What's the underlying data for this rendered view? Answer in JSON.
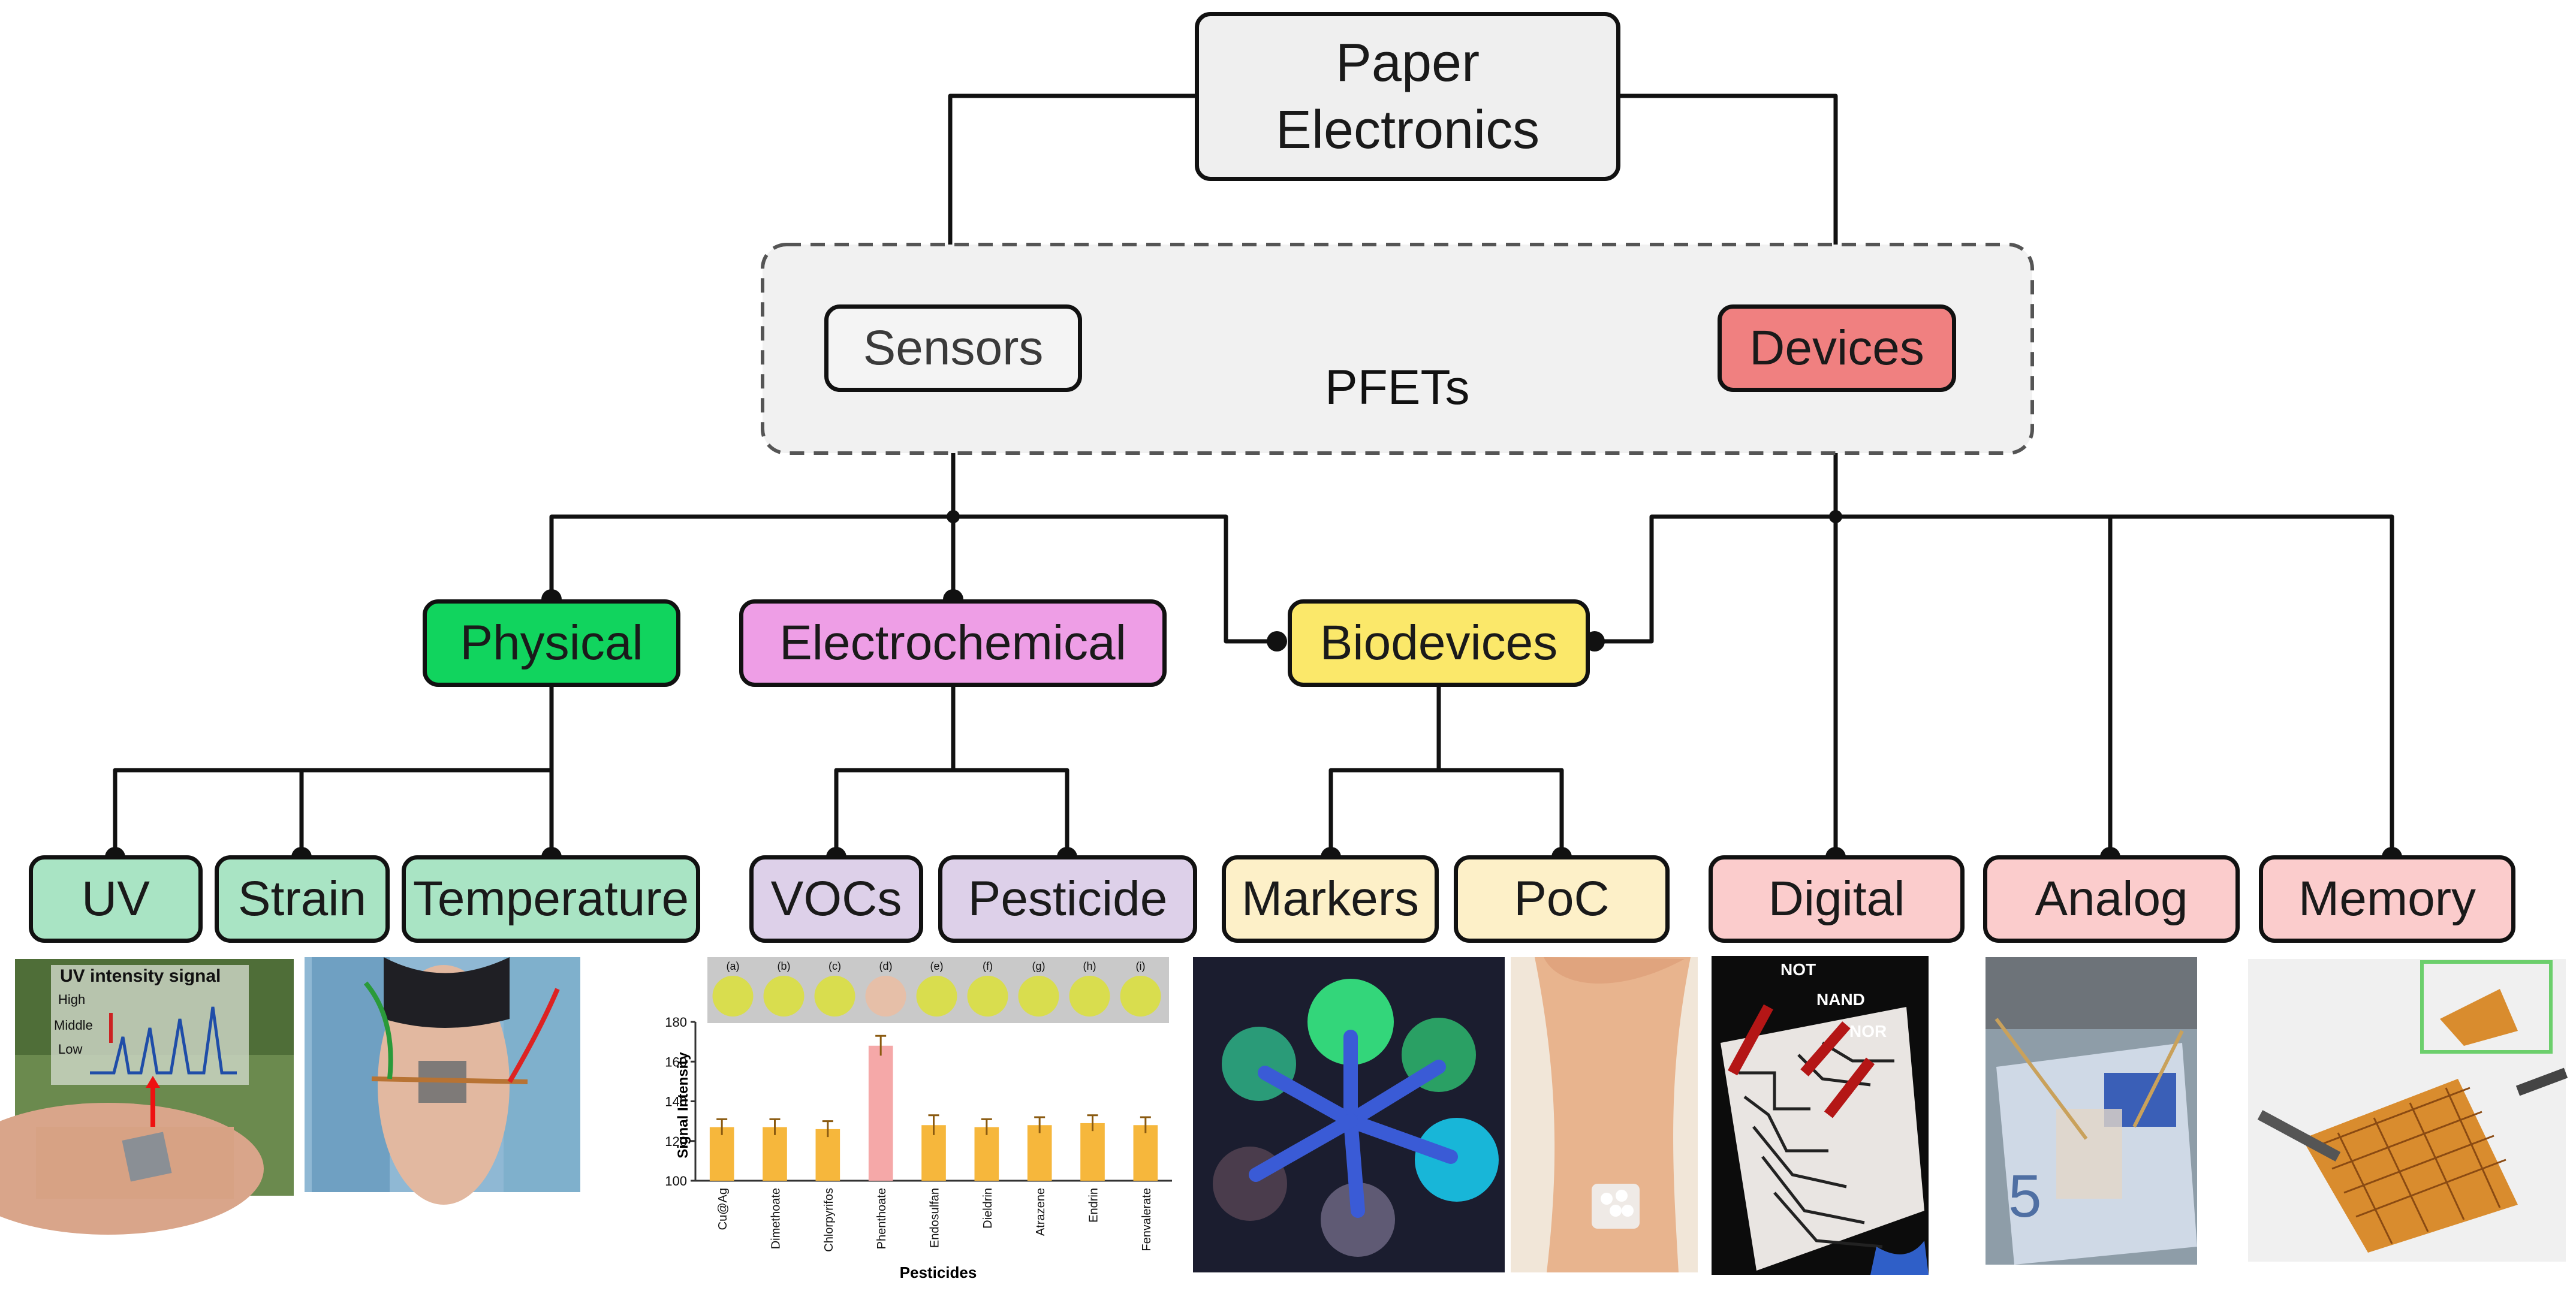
{
  "root": {
    "line1": "Paper",
    "line2": "Electronics"
  },
  "group_label": "PFETs",
  "sensors": "Sensors",
  "devices": "Devices",
  "physical": "Physical",
  "electrochemical": "Electrochemical",
  "biodevices": "Biodevices",
  "leaves": {
    "uv": "UV",
    "strain": "Strain",
    "temperature": "Temperature",
    "vocs": "VOCs",
    "pesticide": "Pesticide",
    "markers": "Markers",
    "poc": "PoC",
    "digital": "Digital",
    "analog": "Analog",
    "memory": "Memory"
  },
  "colors": {
    "root": "#efefef",
    "sensors": "#f4f4f4",
    "devices": "#f08080",
    "physical": "#11d45e",
    "electrochemical": "#ee9ee6",
    "biodevices": "#fbe86a",
    "physical_leaves": "#a9e4c4",
    "electrochemical_leaves": "#ddd0e9",
    "bio_leaves": "#fdf0c8",
    "device_leaves": "#fbcccc"
  },
  "uv_photo": {
    "title": "UV intensity signal",
    "levels": [
      "High",
      "Middle",
      "Low"
    ]
  },
  "logic_photo": {
    "gates": [
      "NOT",
      "NAND",
      "NOR"
    ]
  },
  "pesticide_chart": {
    "sample_labels": [
      "(a)",
      "(b)",
      "(c)",
      "(d)",
      "(e)",
      "(f)",
      "(g)",
      "(h)",
      "(i)"
    ],
    "chart_data": {
      "type": "bar",
      "categories": [
        "Cu@Ag",
        "Dimethoate",
        "Chlorpyrifos",
        "Phenthoate",
        "Endosulfan",
        "Dieldrin",
        "Atrazene",
        "Endrin",
        "Fenvalerate"
      ],
      "values": [
        127,
        127,
        126,
        168,
        128,
        127,
        128,
        129,
        128
      ],
      "errors": [
        4,
        4,
        4,
        5,
        5,
        4,
        4,
        4,
        4
      ],
      "xlabel": "Pesticides",
      "ylabel": "Signal Intensity",
      "yticks": [
        "100",
        "120",
        "140",
        "160",
        "180"
      ],
      "ylim": [
        100,
        180
      ],
      "bar_color": "#f6b73c",
      "highlight_color": "#f5a8a8"
    }
  }
}
